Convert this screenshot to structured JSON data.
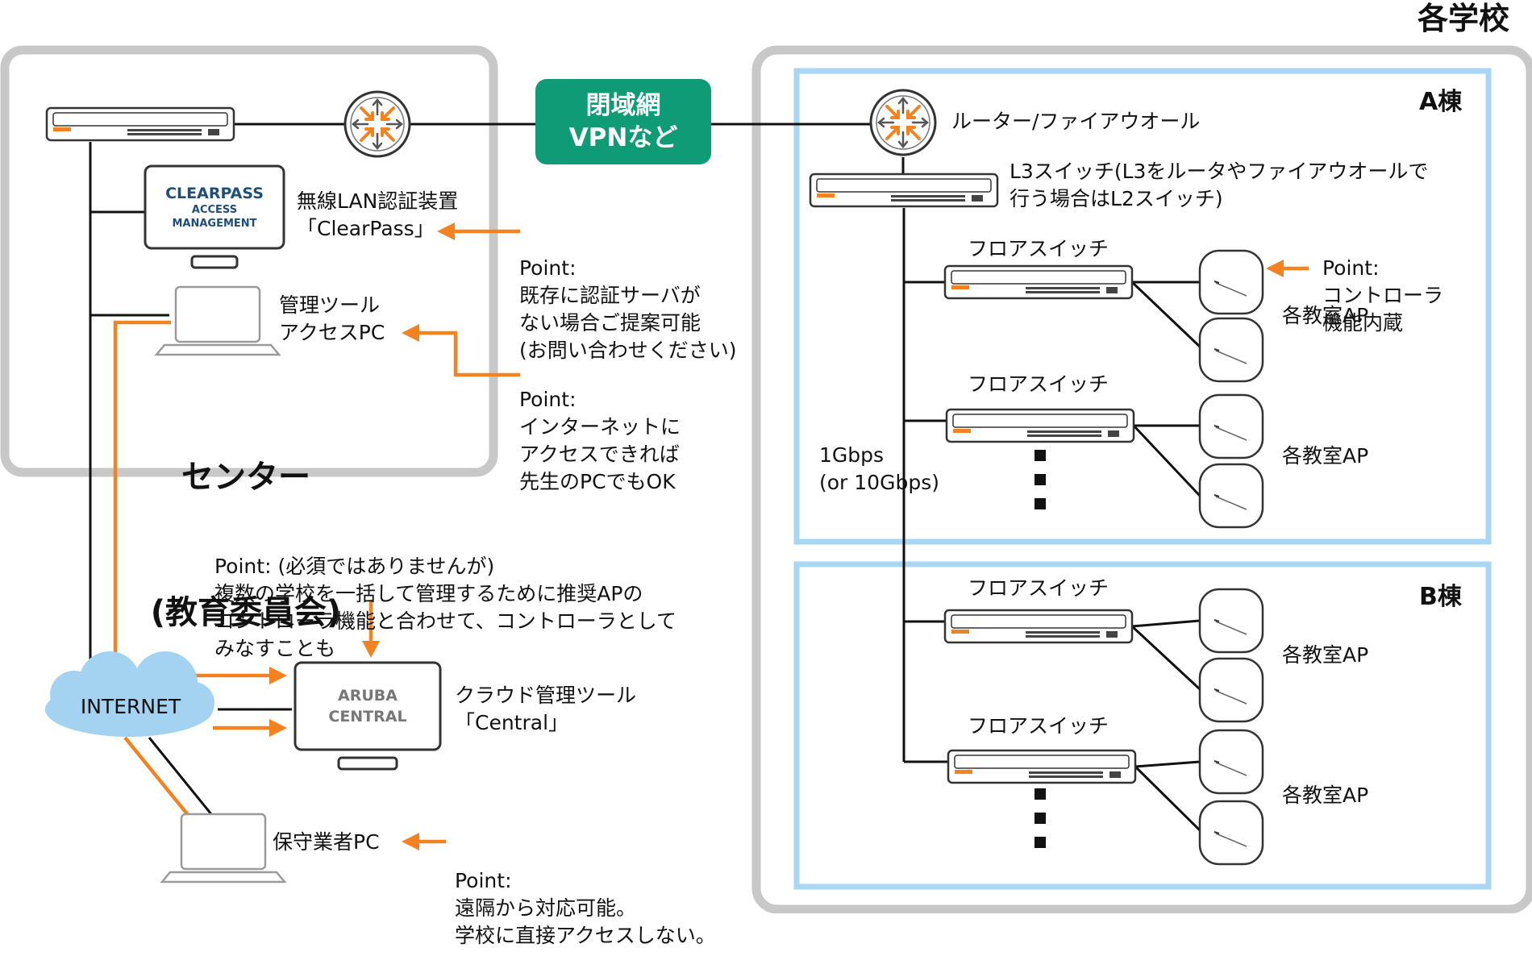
{
  "schools_title": "各学校",
  "vpn": {
    "line1": "閉域網",
    "line2": "VPNなど"
  },
  "center": {
    "title_line1": "センター",
    "title_line2": "(教育委員会)",
    "clearpass_logo_line1": "CLEARPASS",
    "clearpass_logo_line2": "ACCESS",
    "clearpass_logo_line3": "MANAGEMENT",
    "clearpass_label_line1": "無線LAN認証装置",
    "clearpass_label_line2": "「ClearPass」",
    "admin_pc_line1": "管理ツール",
    "admin_pc_line2": "アクセスPC"
  },
  "notes": {
    "clearpass_note": [
      "Point:",
      "既存に認証サーバが",
      "ない場合ご提案可能",
      "(お問い合わせください)"
    ],
    "admin_note": [
      "Point:",
      "インターネットに",
      "アクセスできれば",
      "先生のPCでもOK"
    ],
    "central_note": [
      "Point: (必須ではありませんが)",
      "複数の学校を一括して管理するために推奨APの",
      "コントローラ機能と合わせて、コントローラとして",
      "みなすことも"
    ],
    "maintenance_note": [
      "Point:",
      "遠隔から対応可能。",
      "学校に直接アクセスしない。"
    ],
    "ap_note": [
      "Point:",
      "コントローラ",
      "機能内蔵"
    ]
  },
  "internet": "INTERNET",
  "central": {
    "logo_line1": "ARUBA",
    "logo_line2": "CENTRAL",
    "label_line1": "クラウド管理ツール",
    "label_line2": "「Central」"
  },
  "maintenance_pc": "保守業者PC",
  "school": {
    "building_a": "A棟",
    "building_b": "B棟",
    "router_label": "ルーター/ファイアウオール",
    "l3_label_line1": "L3スイッチ(L3をルータやファイアウオールで",
    "l3_label_line2": "行う場合はL2スイッチ)",
    "floor_switch": "フロアスイッチ",
    "classroom_ap": "各教室AP",
    "speed_line1": "1Gbps",
    "speed_line2": "(or 10Gbps)"
  },
  "colors": {
    "accent_orange": "#f58220",
    "vpn_green": "#0f9b76",
    "building_blue": "#a9d6f5",
    "panel_gray": "#c8c8c8",
    "cloud_blue": "#a4d3f2"
  },
  "icons": [
    "router-icon",
    "switch-icon",
    "access-point-icon",
    "monitor-icon",
    "laptop-icon",
    "cloud-icon"
  ]
}
